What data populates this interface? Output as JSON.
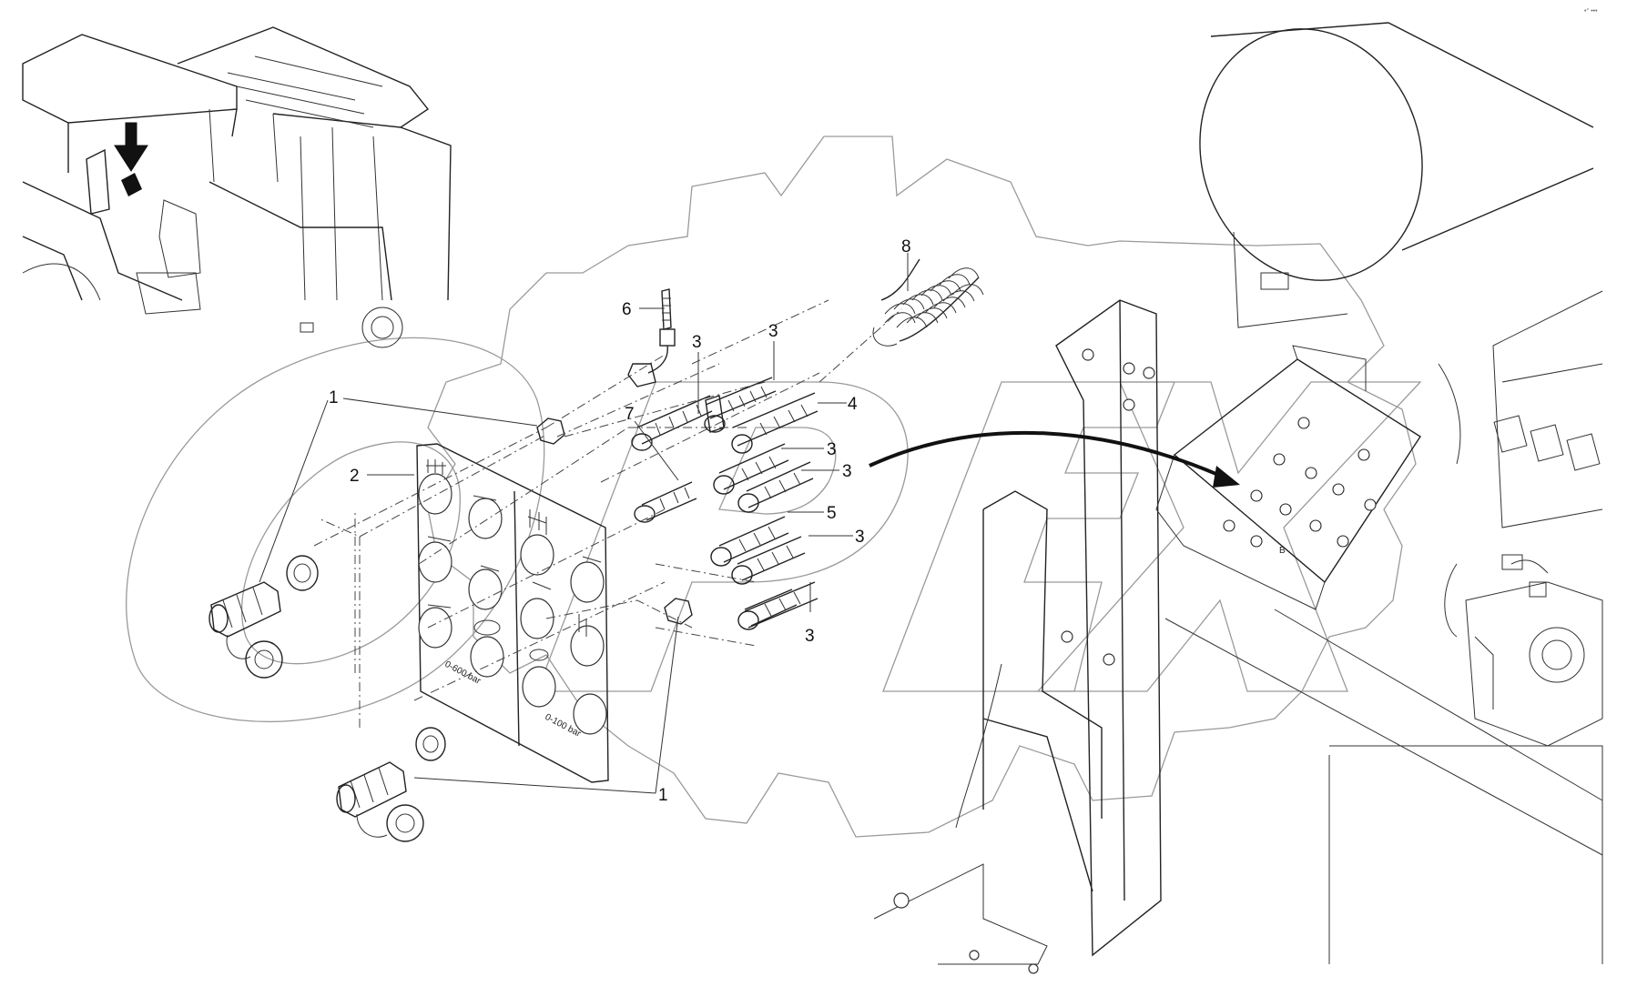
{
  "corner_mark": "•° •••",
  "callouts": [
    {
      "id": "c1a",
      "text": "1"
    },
    {
      "id": "c1b",
      "text": "1"
    },
    {
      "id": "c2",
      "text": "2"
    },
    {
      "id": "c3a",
      "text": "3"
    },
    {
      "id": "c3b",
      "text": "3"
    },
    {
      "id": "c3c",
      "text": "3"
    },
    {
      "id": "c3d",
      "text": "3"
    },
    {
      "id": "c3e",
      "text": "3"
    },
    {
      "id": "c3f",
      "text": "3"
    },
    {
      "id": "c4",
      "text": "4"
    },
    {
      "id": "c5",
      "text": "5"
    },
    {
      "id": "c6",
      "text": "6"
    },
    {
      "id": "c7",
      "text": "7"
    },
    {
      "id": "c8",
      "text": "8"
    }
  ],
  "panel_labels": {
    "gauge_left": "0-600 bar",
    "gauge_right": "0-100 bar",
    "plate_mark": "B"
  }
}
